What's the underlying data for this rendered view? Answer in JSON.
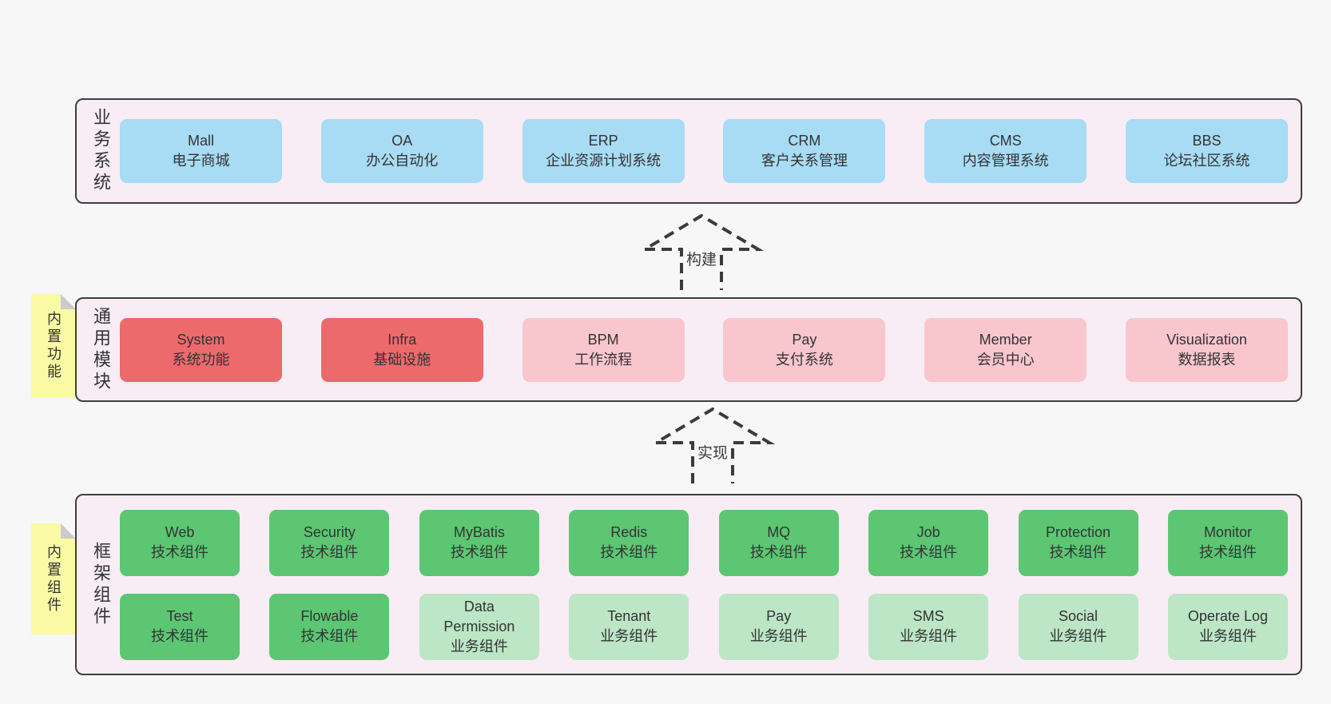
{
  "colors": {
    "page": "#f7f7f7",
    "panel": "#f8edf5",
    "border": "#3e3e3e",
    "text": "#333333",
    "blue": "#a8dbf4",
    "red": "#ec6a6c",
    "pink": "#f9c6ce",
    "green": "#5cc673",
    "lightgreen": "#bce6c6",
    "yellow": "#fafaa5",
    "fold": "#cbcbcb",
    "arrow": "#3b3b3b"
  },
  "arrows": {
    "build": "构建",
    "implement": "实现"
  },
  "business": {
    "label": "业务系统",
    "boxes": [
      {
        "en": "Mall",
        "zh": "电子商城",
        "variant": "blue"
      },
      {
        "en": "OA",
        "zh": "办公自动化",
        "variant": "blue"
      },
      {
        "en": "ERP",
        "zh": "企业资源计划系统",
        "variant": "blue"
      },
      {
        "en": "CRM",
        "zh": "客户关系管理",
        "variant": "blue"
      },
      {
        "en": "CMS",
        "zh": "内容管理系统",
        "variant": "blue"
      },
      {
        "en": "BBS",
        "zh": "论坛社区系统",
        "variant": "blue"
      }
    ]
  },
  "modules": {
    "label": "通用模块",
    "note": "内置功能",
    "boxes": [
      {
        "en": "System",
        "zh": "系统功能",
        "variant": "red"
      },
      {
        "en": "Infra",
        "zh": "基础设施",
        "variant": "red"
      },
      {
        "en": "BPM",
        "zh": "工作流程",
        "variant": "pink"
      },
      {
        "en": "Pay",
        "zh": "支付系统",
        "variant": "pink"
      },
      {
        "en": "Member",
        "zh": "会员中心",
        "variant": "pink"
      },
      {
        "en": "Visualization",
        "zh": "数据报表",
        "variant": "pink"
      }
    ]
  },
  "framework": {
    "label": "框架组件",
    "note": "内置组件",
    "boxes": [
      {
        "en": "Web",
        "zh": "技术组件",
        "variant": "green"
      },
      {
        "en": "Security",
        "zh": "技术组件",
        "variant": "green"
      },
      {
        "en": "MyBatis",
        "zh": "技术组件",
        "variant": "green"
      },
      {
        "en": "Redis",
        "zh": "技术组件",
        "variant": "green"
      },
      {
        "en": "MQ",
        "zh": "技术组件",
        "variant": "green"
      },
      {
        "en": "Job",
        "zh": "技术组件",
        "variant": "green"
      },
      {
        "en": "Protection",
        "zh": "技术组件",
        "variant": "green"
      },
      {
        "en": "Monitor",
        "zh": "技术组件",
        "variant": "green"
      },
      {
        "en": "Test",
        "zh": "技术组件",
        "variant": "green"
      },
      {
        "en": "Flowable",
        "zh": "技术组件",
        "variant": "green"
      },
      {
        "en": "Data Permission",
        "zh": "业务组件",
        "variant": "lightgreen"
      },
      {
        "en": "Tenant",
        "zh": "业务组件",
        "variant": "lightgreen"
      },
      {
        "en": "Pay",
        "zh": "业务组件",
        "variant": "lightgreen"
      },
      {
        "en": "SMS",
        "zh": "业务组件",
        "variant": "lightgreen"
      },
      {
        "en": "Social",
        "zh": "业务组件",
        "variant": "lightgreen"
      },
      {
        "en": "Operate Log",
        "zh": "业务组件",
        "variant": "lightgreen"
      }
    ]
  }
}
